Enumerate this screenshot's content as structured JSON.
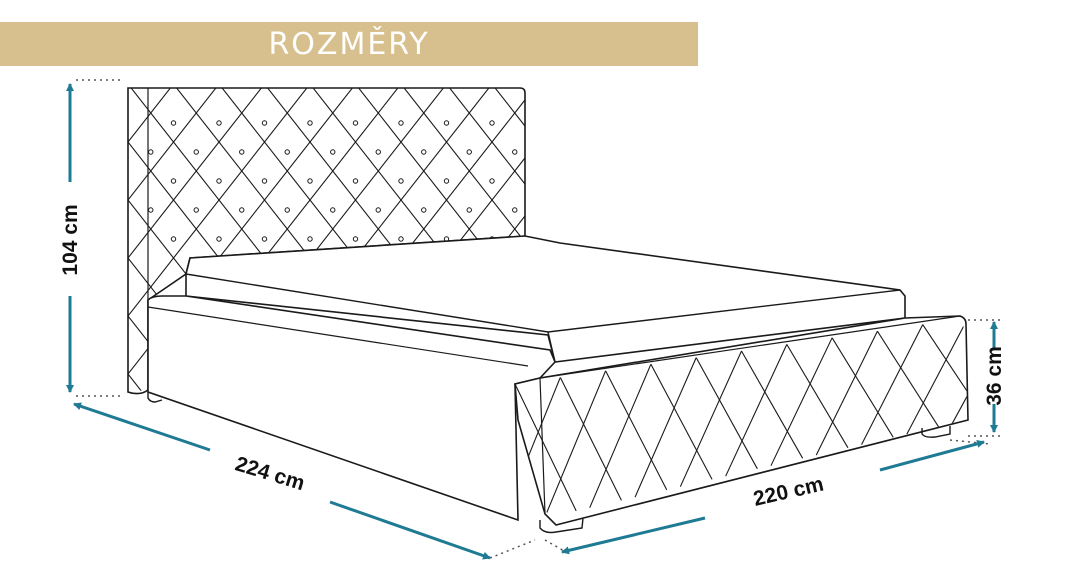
{
  "title": "ROZMĚRY",
  "colors": {
    "banner": "#d8c08e",
    "banner_text": "#ffffff",
    "arrow": "#1f7a93",
    "outline": "#1a1a1a",
    "label": "#111111"
  },
  "dimensions": {
    "height": "104 cm",
    "length": "224 cm",
    "width": "220 cm",
    "frame_height": "36 cm"
  }
}
